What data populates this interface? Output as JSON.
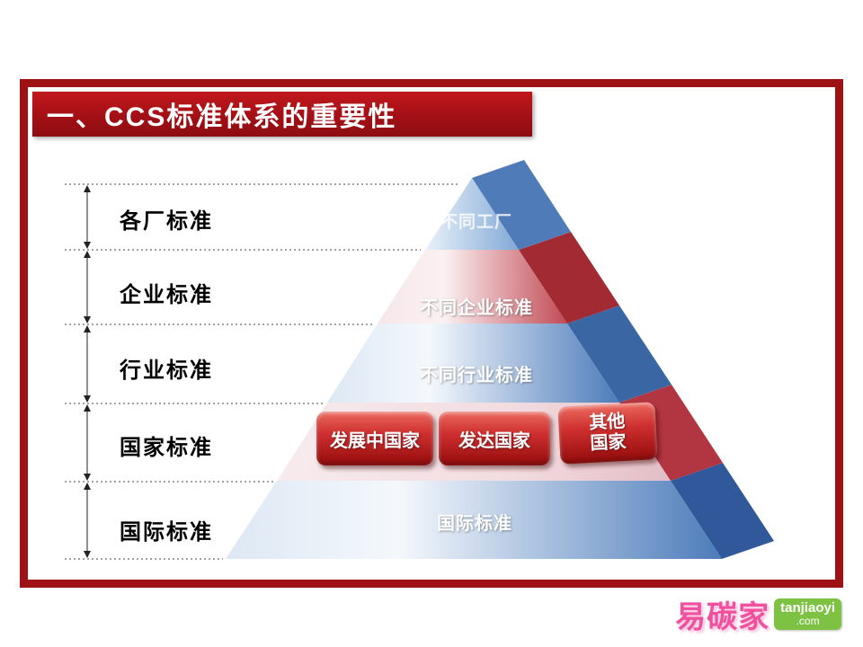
{
  "slide": {
    "title": "一、CCS标准体系的重要性"
  },
  "pyramid": {
    "left_labels": [
      "各厂标准",
      "企业标准",
      "行业标准",
      "国家标准",
      "国际标准"
    ],
    "level_texts": {
      "factory": "不同工厂",
      "enterprise": "不同企业标准",
      "industry": "不同行业标准",
      "international": "国际标准"
    },
    "national_boxes": [
      "发展中国家",
      "发达国家",
      "其他国家"
    ]
  },
  "logo": {
    "brand": "易碳家",
    "site_name": "tanjiaoyi",
    "site_tld": ".com"
  },
  "colors": {
    "frame_red": "#9e1115",
    "banner_red": "#a31016",
    "pyramid_blue": "#4d7cba",
    "pyramid_red": "#c14a55",
    "box_red": "#a31414",
    "logo_pink": "#f0519e",
    "logo_green": "#7dc242"
  }
}
